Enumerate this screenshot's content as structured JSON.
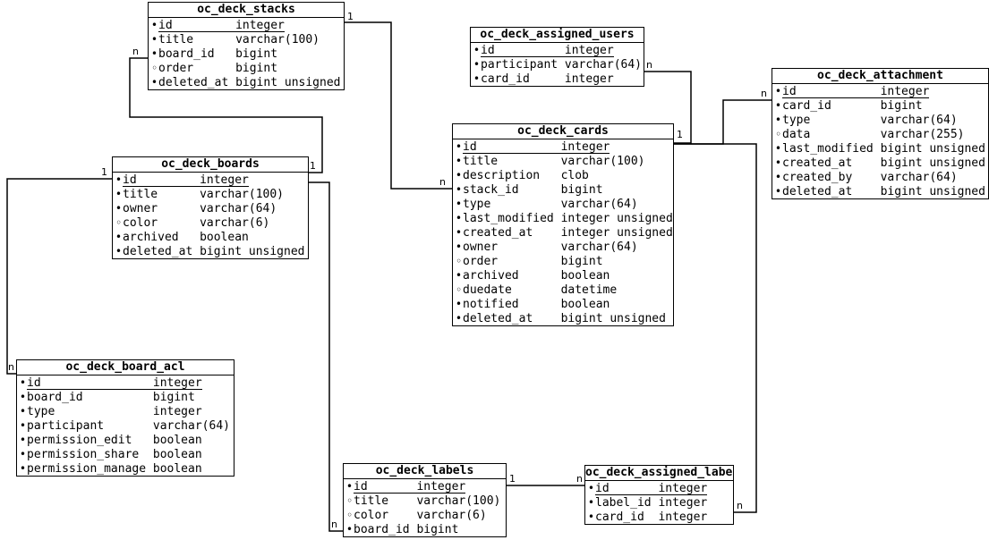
{
  "diagram": {
    "background": "#ffffff",
    "line_color": "#000000",
    "text_color": "#000000",
    "icons": {
      "required-bullet": "•",
      "nullable-bullet": "◦"
    },
    "tables": [
      {
        "name": "oc_deck_stacks",
        "fields": [
          {
            "name": "id",
            "type": "integer",
            "pk": true,
            "nullable": false
          },
          {
            "name": "title",
            "type": "varchar(100)",
            "pk": false,
            "nullable": false
          },
          {
            "name": "board_id",
            "type": "bigint",
            "pk": false,
            "nullable": false
          },
          {
            "name": "order",
            "type": "bigint",
            "pk": false,
            "nullable": true
          },
          {
            "name": "deleted_at",
            "type": "bigint unsigned",
            "pk": false,
            "nullable": false
          }
        ]
      },
      {
        "name": "oc_deck_assigned_users",
        "fields": [
          {
            "name": "id",
            "type": "integer",
            "pk": true,
            "nullable": false
          },
          {
            "name": "participant",
            "type": "varchar(64)",
            "pk": false,
            "nullable": false
          },
          {
            "name": "card_id",
            "type": "integer",
            "pk": false,
            "nullable": false
          }
        ]
      },
      {
        "name": "oc_deck_attachment",
        "fields": [
          {
            "name": "id",
            "type": "integer",
            "pk": true,
            "nullable": false
          },
          {
            "name": "card_id",
            "type": "bigint",
            "pk": false,
            "nullable": false
          },
          {
            "name": "type",
            "type": "varchar(64)",
            "pk": false,
            "nullable": false
          },
          {
            "name": "data",
            "type": "varchar(255)",
            "pk": false,
            "nullable": true
          },
          {
            "name": "last_modified",
            "type": "bigint unsigned",
            "pk": false,
            "nullable": false
          },
          {
            "name": "created_at",
            "type": "bigint unsigned",
            "pk": false,
            "nullable": false
          },
          {
            "name": "created_by",
            "type": "varchar(64)",
            "pk": false,
            "nullable": false
          },
          {
            "name": "deleted_at",
            "type": "bigint unsigned",
            "pk": false,
            "nullable": false
          }
        ]
      },
      {
        "name": "oc_deck_cards",
        "fields": [
          {
            "name": "id",
            "type": "integer",
            "pk": true,
            "nullable": false
          },
          {
            "name": "title",
            "type": "varchar(100)",
            "pk": false,
            "nullable": false
          },
          {
            "name": "description",
            "type": "clob",
            "pk": false,
            "nullable": false
          },
          {
            "name": "stack_id",
            "type": "bigint",
            "pk": false,
            "nullable": false
          },
          {
            "name": "type",
            "type": "varchar(64)",
            "pk": false,
            "nullable": false
          },
          {
            "name": "last_modified",
            "type": "integer unsigned",
            "pk": false,
            "nullable": false
          },
          {
            "name": "created_at",
            "type": "integer unsigned",
            "pk": false,
            "nullable": false
          },
          {
            "name": "owner",
            "type": "varchar(64)",
            "pk": false,
            "nullable": false
          },
          {
            "name": "order",
            "type": "bigint",
            "pk": false,
            "nullable": true
          },
          {
            "name": "archived",
            "type": "boolean",
            "pk": false,
            "nullable": false
          },
          {
            "name": "duedate",
            "type": "datetime",
            "pk": false,
            "nullable": true
          },
          {
            "name": "notified",
            "type": "boolean",
            "pk": false,
            "nullable": false
          },
          {
            "name": "deleted_at",
            "type": "bigint unsigned",
            "pk": false,
            "nullable": false
          }
        ]
      },
      {
        "name": "oc_deck_boards",
        "fields": [
          {
            "name": "id",
            "type": "integer",
            "pk": true,
            "nullable": false
          },
          {
            "name": "title",
            "type": "varchar(100)",
            "pk": false,
            "nullable": false
          },
          {
            "name": "owner",
            "type": "varchar(64)",
            "pk": false,
            "nullable": false
          },
          {
            "name": "color",
            "type": "varchar(6)",
            "pk": false,
            "nullable": true
          },
          {
            "name": "archived",
            "type": "boolean",
            "pk": false,
            "nullable": false
          },
          {
            "name": "deleted_at",
            "type": "bigint unsigned",
            "pk": false,
            "nullable": false
          }
        ]
      },
      {
        "name": "oc_deck_board_acl",
        "fields": [
          {
            "name": "id",
            "type": "integer",
            "pk": true,
            "nullable": false
          },
          {
            "name": "board_id",
            "type": "bigint",
            "pk": false,
            "nullable": false
          },
          {
            "name": "type",
            "type": "integer",
            "pk": false,
            "nullable": false
          },
          {
            "name": "participant",
            "type": "varchar(64)",
            "pk": false,
            "nullable": false
          },
          {
            "name": "permission_edit",
            "type": "boolean",
            "pk": false,
            "nullable": false
          },
          {
            "name": "permission_share",
            "type": "boolean",
            "pk": false,
            "nullable": false
          },
          {
            "name": "permission_manage",
            "type": "boolean",
            "pk": false,
            "nullable": false
          }
        ]
      },
      {
        "name": "oc_deck_labels",
        "fields": [
          {
            "name": "id",
            "type": "integer",
            "pk": true,
            "nullable": false
          },
          {
            "name": "title",
            "type": "varchar(100)",
            "pk": false,
            "nullable": true
          },
          {
            "name": "color",
            "type": "varchar(6)",
            "pk": false,
            "nullable": true
          },
          {
            "name": "board_id",
            "type": "bigint",
            "pk": false,
            "nullable": false
          }
        ]
      },
      {
        "name": "oc_deck_assigned_labels",
        "fields": [
          {
            "name": "id",
            "type": "integer",
            "pk": true,
            "nullable": false
          },
          {
            "name": "label_id",
            "type": "integer",
            "pk": false,
            "nullable": false
          },
          {
            "name": "card_id",
            "type": "integer",
            "pk": false,
            "nullable": false
          }
        ]
      }
    ],
    "relationships": [
      {
        "from": "oc_deck_boards",
        "to": "oc_deck_stacks",
        "cardinality_from": "1",
        "cardinality_to": "n"
      },
      {
        "from": "oc_deck_stacks",
        "to": "oc_deck_cards",
        "cardinality_from": "1",
        "cardinality_to": "n"
      },
      {
        "from": "oc_deck_boards",
        "to": "oc_deck_board_acl",
        "cardinality_from": "1",
        "cardinality_to": "n"
      },
      {
        "from": "oc_deck_boards",
        "to": "oc_deck_labels",
        "cardinality_from": "1",
        "cardinality_to": "n"
      },
      {
        "from": "oc_deck_cards",
        "to": "oc_deck_assigned_users",
        "cardinality_from": "1",
        "cardinality_to": "n"
      },
      {
        "from": "oc_deck_cards",
        "to": "oc_deck_attachment",
        "cardinality_from": "1",
        "cardinality_to": "n"
      },
      {
        "from": "oc_deck_cards",
        "to": "oc_deck_assigned_labels",
        "cardinality_from": "1",
        "cardinality_to": "n"
      },
      {
        "from": "oc_deck_labels",
        "to": "oc_deck_assigned_labels",
        "cardinality_from": "1",
        "cardinality_to": "n"
      }
    ]
  }
}
